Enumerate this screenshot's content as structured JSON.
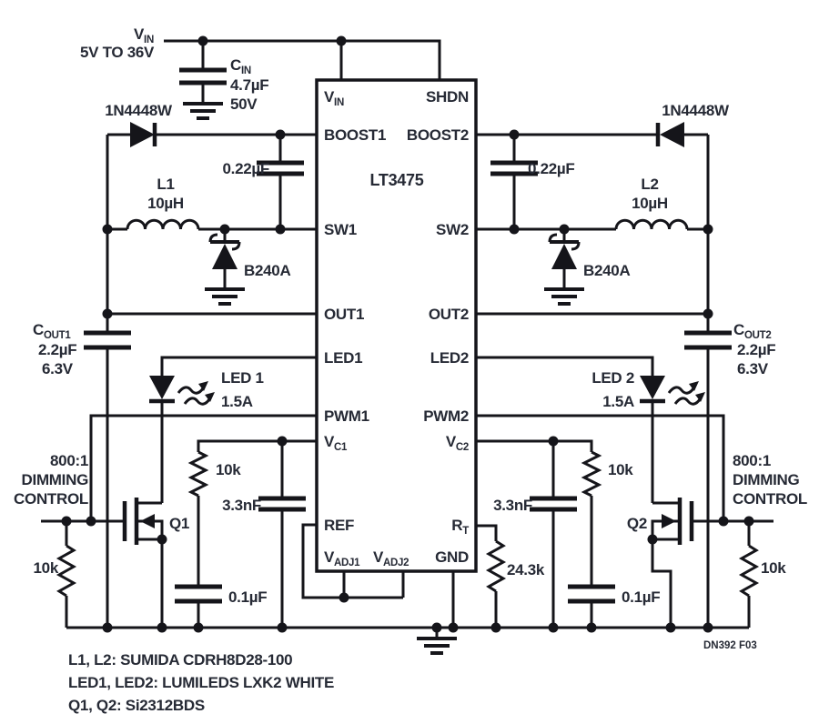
{
  "colors": {
    "line": "#15151a",
    "text": "#262a35",
    "background": "#ffffff"
  },
  "supply": {
    "label_main": "V",
    "label_sub": "IN",
    "range": "5V TO 36V"
  },
  "cin": {
    "ref_main": "C",
    "ref_sub": "IN",
    "value": "4.7µF",
    "rating": "50V"
  },
  "ic": {
    "name": "LT3475",
    "pins": {
      "vin": {
        "main": "V",
        "sub": "IN"
      },
      "shdn": "SHDN",
      "boost1": "BOOST1",
      "boost2": "BOOST2",
      "sw1": "SW1",
      "sw2": "SW2",
      "out1": "OUT1",
      "out2": "OUT2",
      "led1": "LED1",
      "led2": "LED2",
      "pwm1": "PWM1",
      "pwm2": "PWM2",
      "vc1": {
        "main": "V",
        "sub": "C1"
      },
      "vc2": {
        "main": "V",
        "sub": "C2"
      },
      "ref": "REF",
      "rt": {
        "main": "R",
        "sub": "T"
      },
      "vadj1": {
        "main": "V",
        "sub": "ADJ1"
      },
      "vadj2": {
        "main": "V",
        "sub": "ADJ2"
      },
      "gnd": "GND"
    }
  },
  "left": {
    "boost_diode": "1N4448W",
    "inductor_ref": "L1",
    "inductor_value": "10µH",
    "boost_cap": "0.22µF",
    "catch_diode": "B240A",
    "cout_main": "C",
    "cout_sub": "OUT1",
    "cout_value": "2.2µF",
    "cout_rating": "6.3V",
    "led_ref": "LED 1",
    "led_current": "1.5A",
    "dim_line1": "800:1",
    "dim_line2": "DIMMING",
    "dim_line3": "CONTROL",
    "fet_ref": "Q1",
    "gate_res": "10k",
    "comp_res": "10k",
    "comp_cap": "3.3nF",
    "comp_cap2": "0.1µF"
  },
  "right": {
    "boost_diode": "1N4448W",
    "inductor_ref": "L2",
    "inductor_value": "10µH",
    "boost_cap": "0.22µF",
    "catch_diode": "B240A",
    "cout_main": "C",
    "cout_sub": "OUT2",
    "cout_value": "2.2µF",
    "cout_rating": "6.3V",
    "led_ref": "LED 2",
    "led_current": "1.5A",
    "dim_line1": "800:1",
    "dim_line2": "DIMMING",
    "dim_line3": "CONTROL",
    "fet_ref": "Q2",
    "gate_res": "10k",
    "comp_res": "10k",
    "comp_cap": "3.3nF",
    "comp_cap2": "0.1µF"
  },
  "rt_resistor": "24.3k",
  "notes": [
    "L1, L2: SUMIDA CDRH8D28-100",
    "LED1, LED2: LUMILEDS LXK2 WHITE",
    "Q1, Q2: Si2312BDS"
  ],
  "fig_id": "DN392 F03"
}
